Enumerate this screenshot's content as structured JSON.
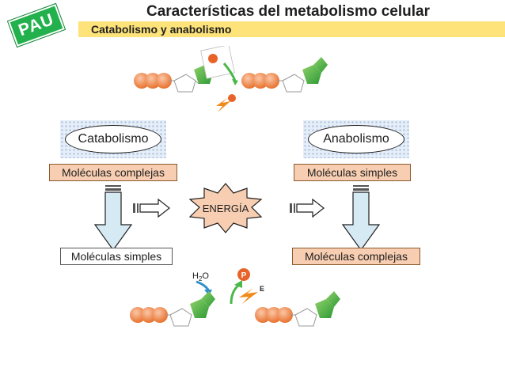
{
  "header": {
    "title": "Características del metabolismo celular",
    "subtitle": "Catabolismo y anabolismo",
    "badge": "PAU"
  },
  "catabolism": {
    "label": "Catabolismo",
    "start": "Moléculas complejas",
    "end": "Moléculas simples"
  },
  "anabolism": {
    "label": "Anabolismo",
    "start": "Moléculas simples",
    "end": "Moléculas complejas"
  },
  "energy": {
    "label": "ENERGÍA"
  },
  "reaction": {
    "water": "H",
    "water_sub": "2",
    "water_tail": "O",
    "phosphate": "P",
    "energy_mark": "E"
  },
  "colors": {
    "accent_bar": "#fde37a",
    "badge": "#22b14c",
    "molecule_box": "#f8ceb2",
    "arrow": "#d6eaf4",
    "phosphate": "#e8632a"
  }
}
